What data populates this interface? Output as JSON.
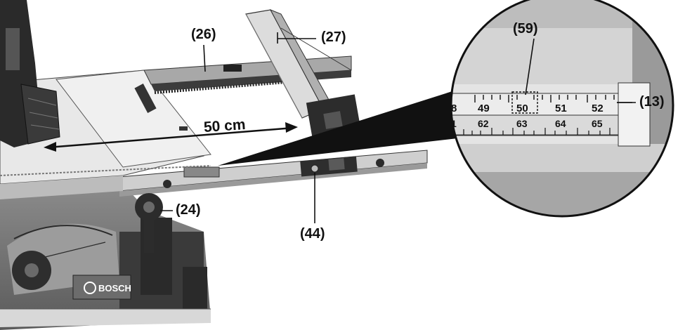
{
  "figure": {
    "callouts": {
      "c26": "(26)",
      "c27": "(27)",
      "c59": "(59)",
      "c13": "(13)",
      "c24": "(24)",
      "c44": "(44)"
    },
    "dimension_label": "50 cm",
    "brand_mark": "BOSCH",
    "scale_upper": [
      "8",
      "49",
      "50",
      "51",
      "52"
    ],
    "scale_lower": [
      "1",
      "62",
      "63",
      "64",
      "65"
    ],
    "colors": {
      "line_art": "#1a1a1a",
      "table_surface": "#e6e6e6",
      "body_dark": "#3a3a3a",
      "ruler_face": "#ececec"
    }
  }
}
